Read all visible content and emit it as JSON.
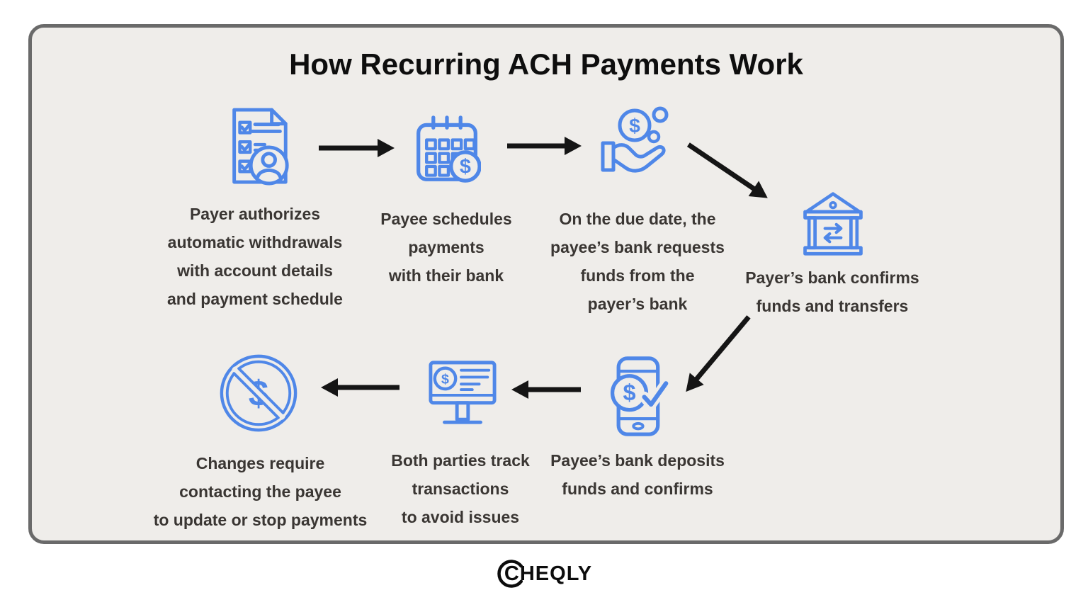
{
  "title": "How Recurring ACH Payments Work",
  "brand": {
    "name": "CHEQLY"
  },
  "colors": {
    "icon_blue": "#4f87e8",
    "arrow_black": "#151515",
    "panel_bg": "#efedea",
    "panel_border": "#6a6a6a",
    "text": "#3a3633"
  },
  "steps": [
    {
      "id": 1,
      "icon": "authorization-form-icon",
      "caption": "Payer authorizes\nautomatic withdrawals\nwith account details\nand payment schedule"
    },
    {
      "id": 2,
      "icon": "calendar-dollar-icon",
      "caption": "Payee schedules\npayments\nwith their bank"
    },
    {
      "id": 3,
      "icon": "hand-receiving-money-icon",
      "caption": "On the due date, the\npayee’s bank requests\nfunds from the\npayer’s bank"
    },
    {
      "id": 4,
      "icon": "bank-transfer-icon",
      "caption": "Payer’s bank confirms\nfunds and transfers"
    },
    {
      "id": 5,
      "icon": "mobile-payment-confirmed-icon",
      "caption": "Payee’s bank deposits\nfunds and confirms"
    },
    {
      "id": 6,
      "icon": "transaction-monitor-icon",
      "caption": "Both parties track\ntransactions\nto avoid issues"
    },
    {
      "id": 7,
      "icon": "no-money-icon",
      "caption": "Changes require\ncontacting the payee\nto update or stop payments"
    }
  ]
}
